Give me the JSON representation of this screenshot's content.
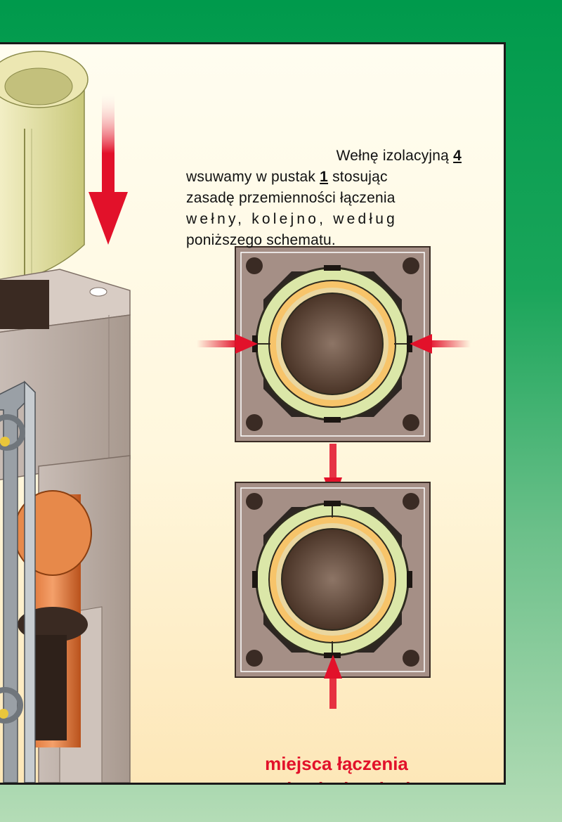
{
  "instruction": {
    "line1": "Wełnę izolacyjną",
    "num4": "4",
    "line2a": "wsuwamy w pustak",
    "num1": "1",
    "line2b": "stosując",
    "line3": "zasadę przemienności łączenia",
    "line4": "wełny, kolejno, według",
    "line5": "poniższego schematu."
  },
  "caption": {
    "line1": "miejsca łączenia",
    "line2": "wełny izolacyjnej"
  },
  "colors": {
    "accent_red": "#e2112a",
    "background_green": "#009a4c",
    "block_taupe": "#a58f86",
    "wool_green": "#dbe7a8",
    "ring_orange": "#f7c46a",
    "flue_dark": "#5a4032"
  }
}
